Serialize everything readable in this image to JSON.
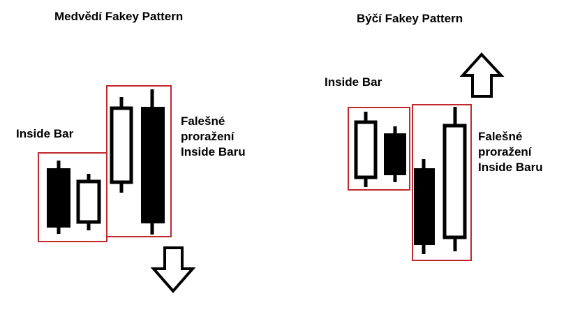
{
  "bearish": {
    "title": "Medvědí Fakey Pattern",
    "inside_bar_label": "Inside Bar",
    "false_breakout_label": [
      "Falešné",
      "proražení",
      "Inside Baru"
    ],
    "arrow": "down-arrow-icon"
  },
  "bullish": {
    "title": "Býčí Fakey Pattern",
    "inside_bar_label": "Inside Bar",
    "false_breakout_label": [
      "Falešné",
      "proražení",
      "Inside Baru"
    ],
    "arrow": "up-arrow-icon"
  },
  "colors": {
    "box": "#c0282d",
    "candle": "#000000",
    "background": "#ffffff"
  }
}
